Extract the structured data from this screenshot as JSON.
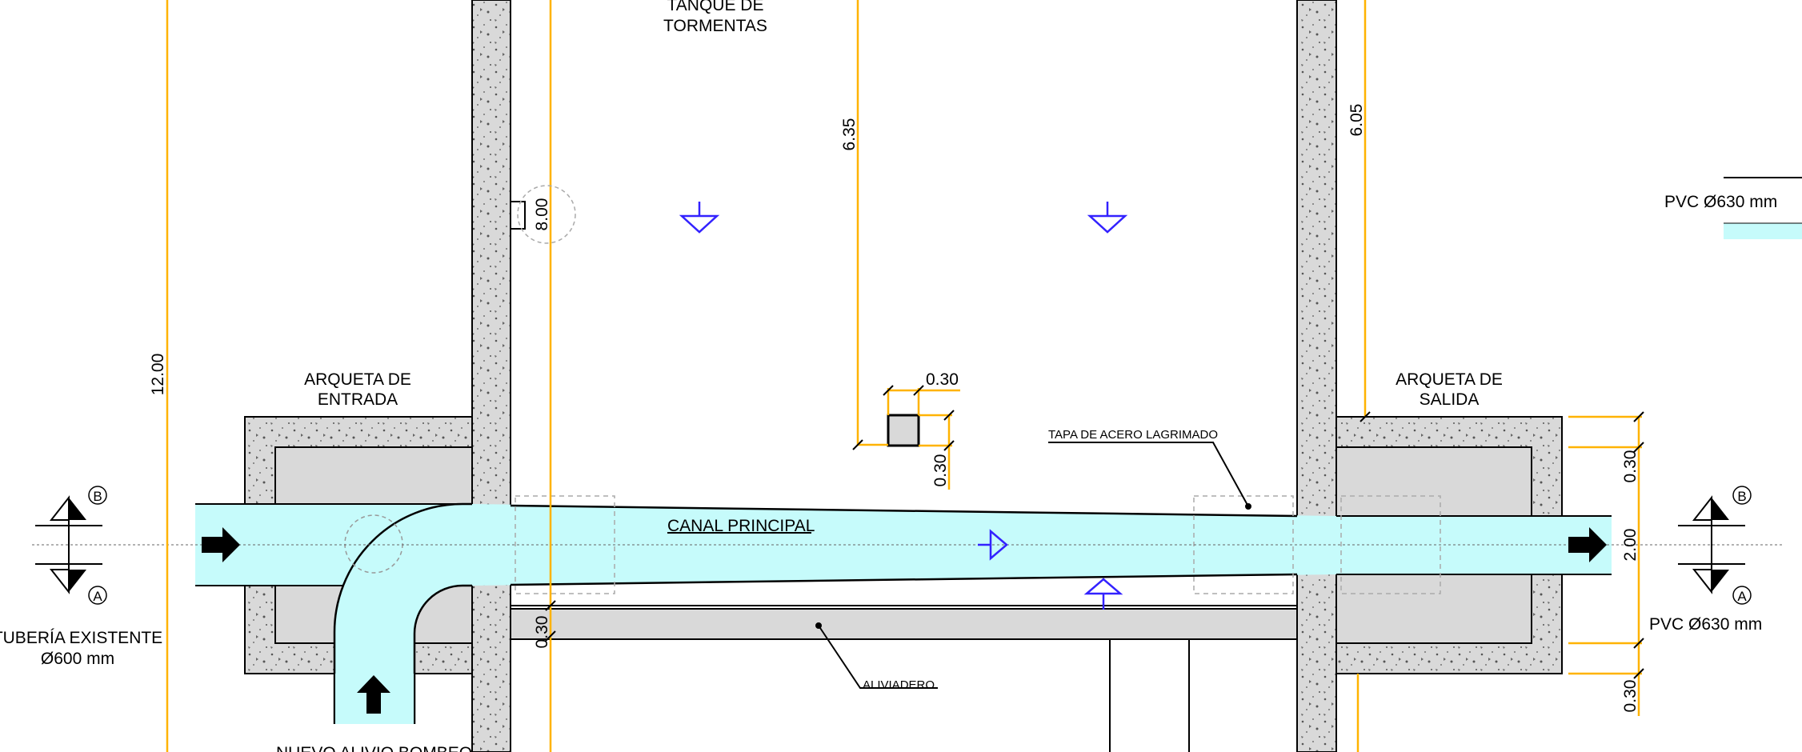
{
  "labels": {
    "tanque_line1": "TANQUE DE",
    "tanque_line2": "TORMENTAS",
    "arqueta_entrada_line1": "ARQUETA DE",
    "arqueta_entrada_line2": "ENTRADA",
    "arqueta_salida_line1": "ARQUETA DE",
    "arqueta_salida_line2": "SALIDA",
    "canal_principal": "CANAL PRINCIPAL",
    "tapa_acero": "TAPA DE ACERO LAGRIMADO",
    "aliviadero": "ALIVIADERO",
    "tuberia_line1": "TUBERÍA EXISTENTE",
    "tuberia_line2": "Ø600 mm",
    "pvc_top": "PVC Ø630 mm",
    "pvc_bottom": "PVC Ø630 mm",
    "nuevo_alivio": "NUEVO ALIVIO BOMBEO",
    "section_b": "B",
    "section_a": "A"
  },
  "dimensions": {
    "d_12_00": "12.00",
    "d_6_35": "6.35",
    "d_6_05": "6.05",
    "d_8_00": "8.00",
    "d_0_30_top": "0.30",
    "d_0_30_side": "0.30",
    "d_0_30_aliv": "0.30",
    "d_0_30_right_top": "0.30",
    "d_2_00": "2.00",
    "d_0_30_right_bottom": "0.30"
  },
  "colors": {
    "concrete": "#d9d9d9",
    "water": "#c6fbfb",
    "dimension": "#ffb300",
    "symbol": "#3322ff",
    "line": "#000000"
  }
}
